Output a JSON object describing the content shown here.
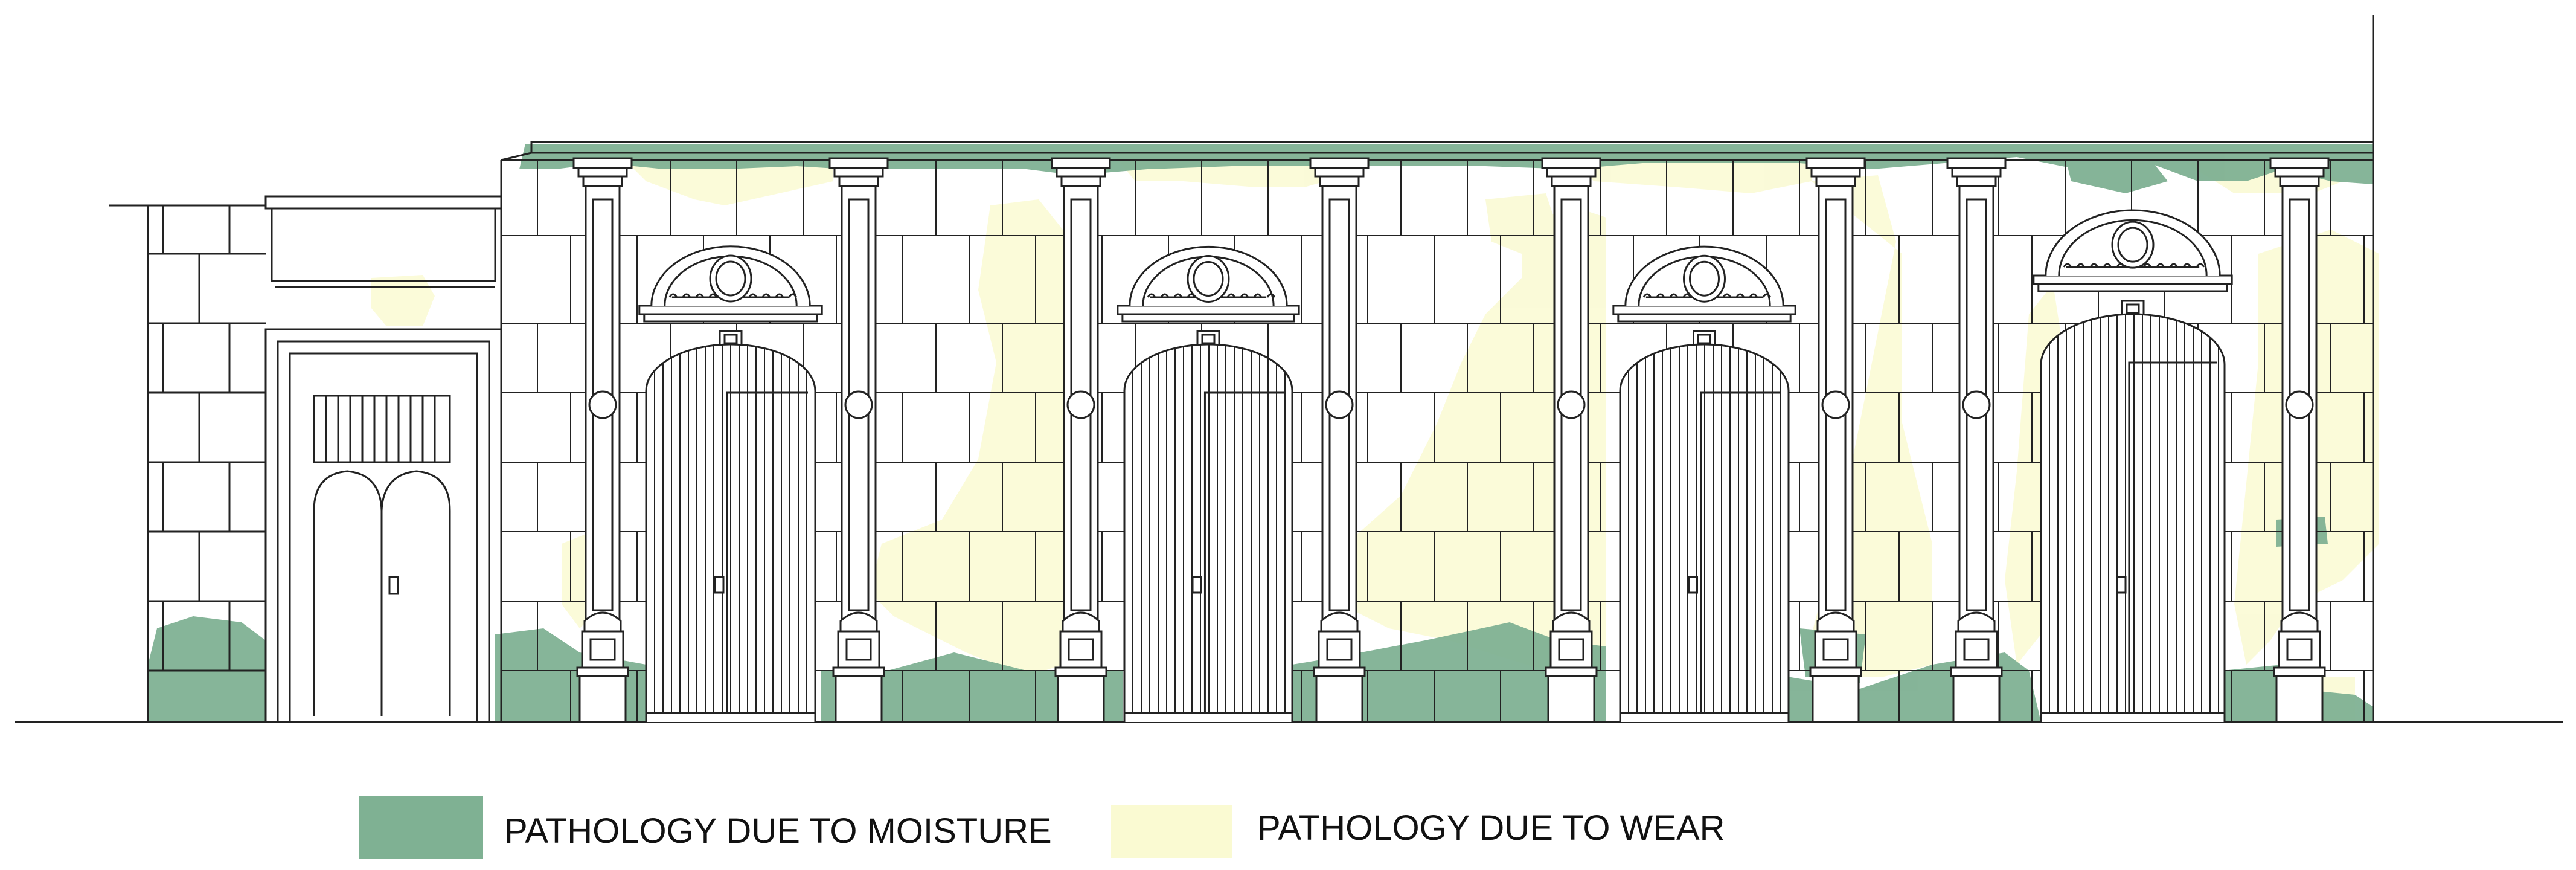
{
  "legend": {
    "moisture": {
      "label": "PATHOLOGY DUE TO MOISTURE",
      "color": "#7fb193"
    },
    "wear": {
      "label": "PATHOLOGY DUE TO WEAR",
      "color": "#fafad2"
    }
  },
  "colors": {
    "line": "#222222",
    "background": "#ffffff",
    "moisture_fill": "#7fb193",
    "wear_fill": "#fafad2"
  },
  "drawing": {
    "type": "building-facade-elevation",
    "arched_doors": 4,
    "pilasters": 8,
    "small_doorway": 1
  }
}
